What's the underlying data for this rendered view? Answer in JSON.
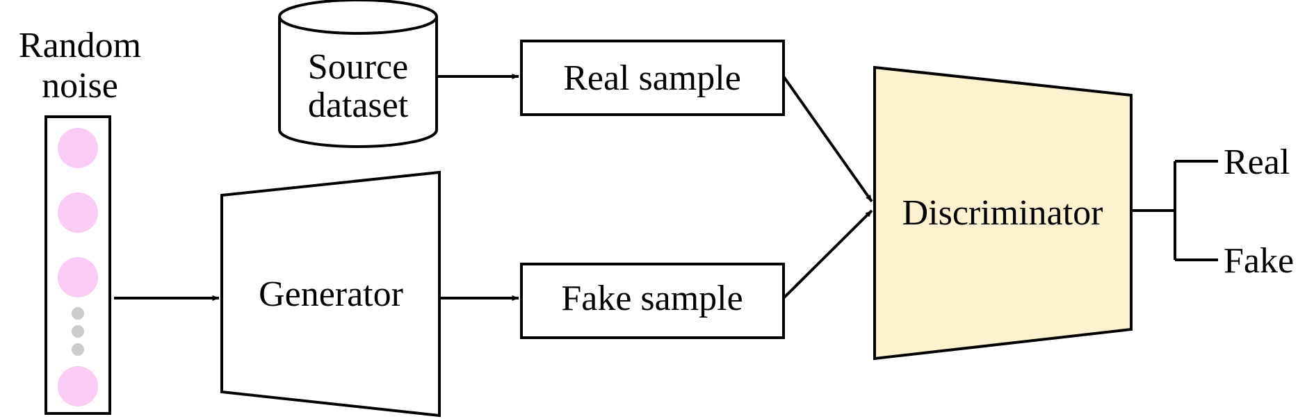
{
  "labels": {
    "random_noise_line1": "Random",
    "random_noise_line2": "noise",
    "source_dataset_line1": "Source",
    "source_dataset_line2": "dataset",
    "real_sample": "Real sample",
    "fake_sample": "Fake sample",
    "generator": "Generator",
    "discriminator": "Discriminator",
    "output_real": "Real",
    "output_fake": "Fake"
  },
  "colors": {
    "noise_node": "#f9ccf4",
    "ellipsis_dot": "#cccccc",
    "discriminator_fill": "#fcf2cf",
    "stroke": "#000000"
  }
}
